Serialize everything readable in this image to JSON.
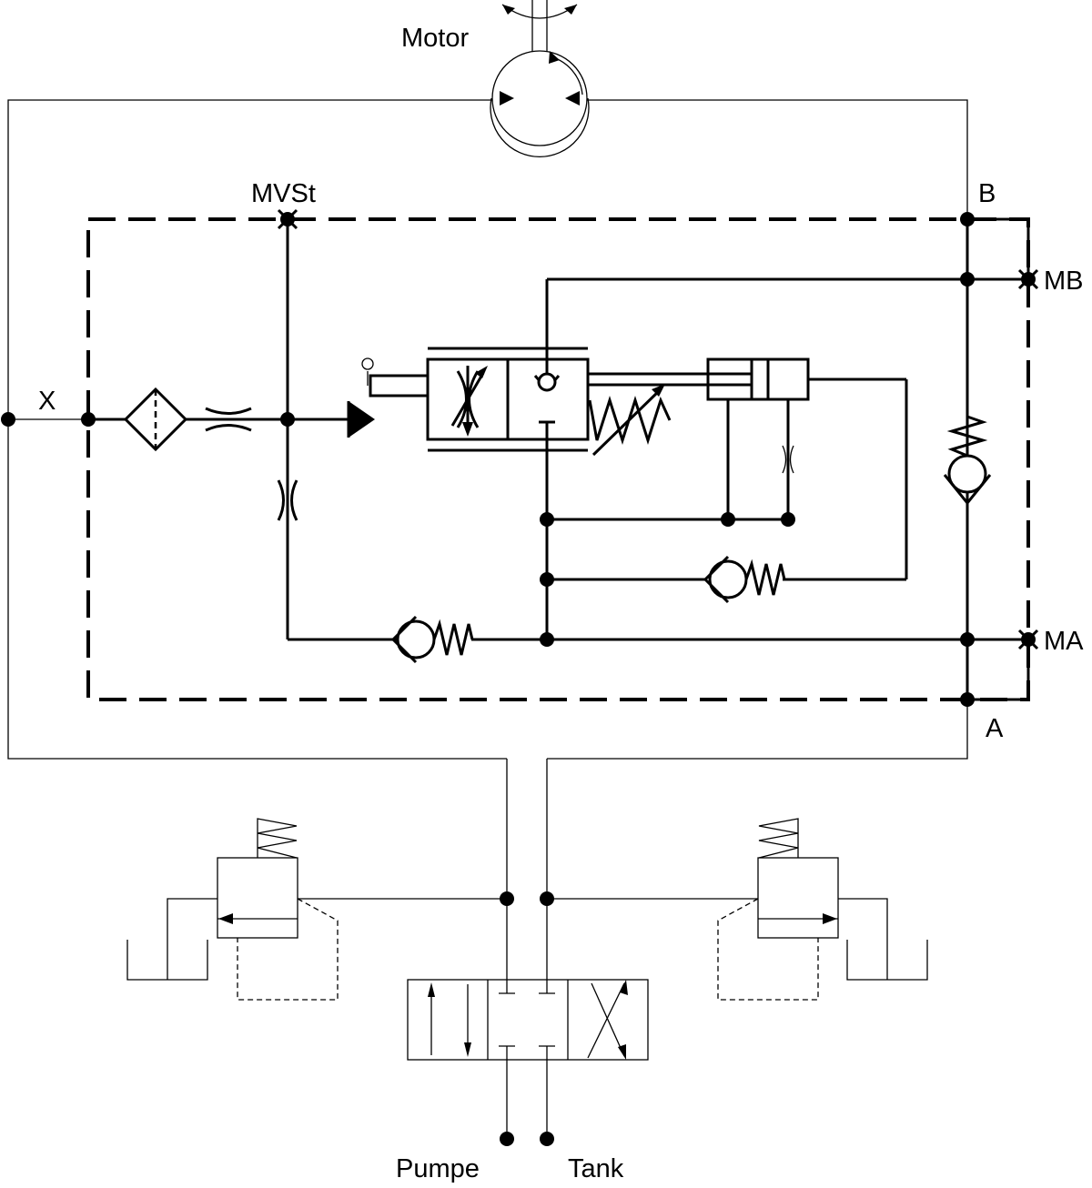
{
  "labels": {
    "motor": "Motor",
    "mvst": "MVSt",
    "x": "X",
    "b": "B",
    "a": "A",
    "mb": "MB",
    "ma": "MA",
    "pumpe": "Pumpe",
    "tank": "Tank"
  }
}
